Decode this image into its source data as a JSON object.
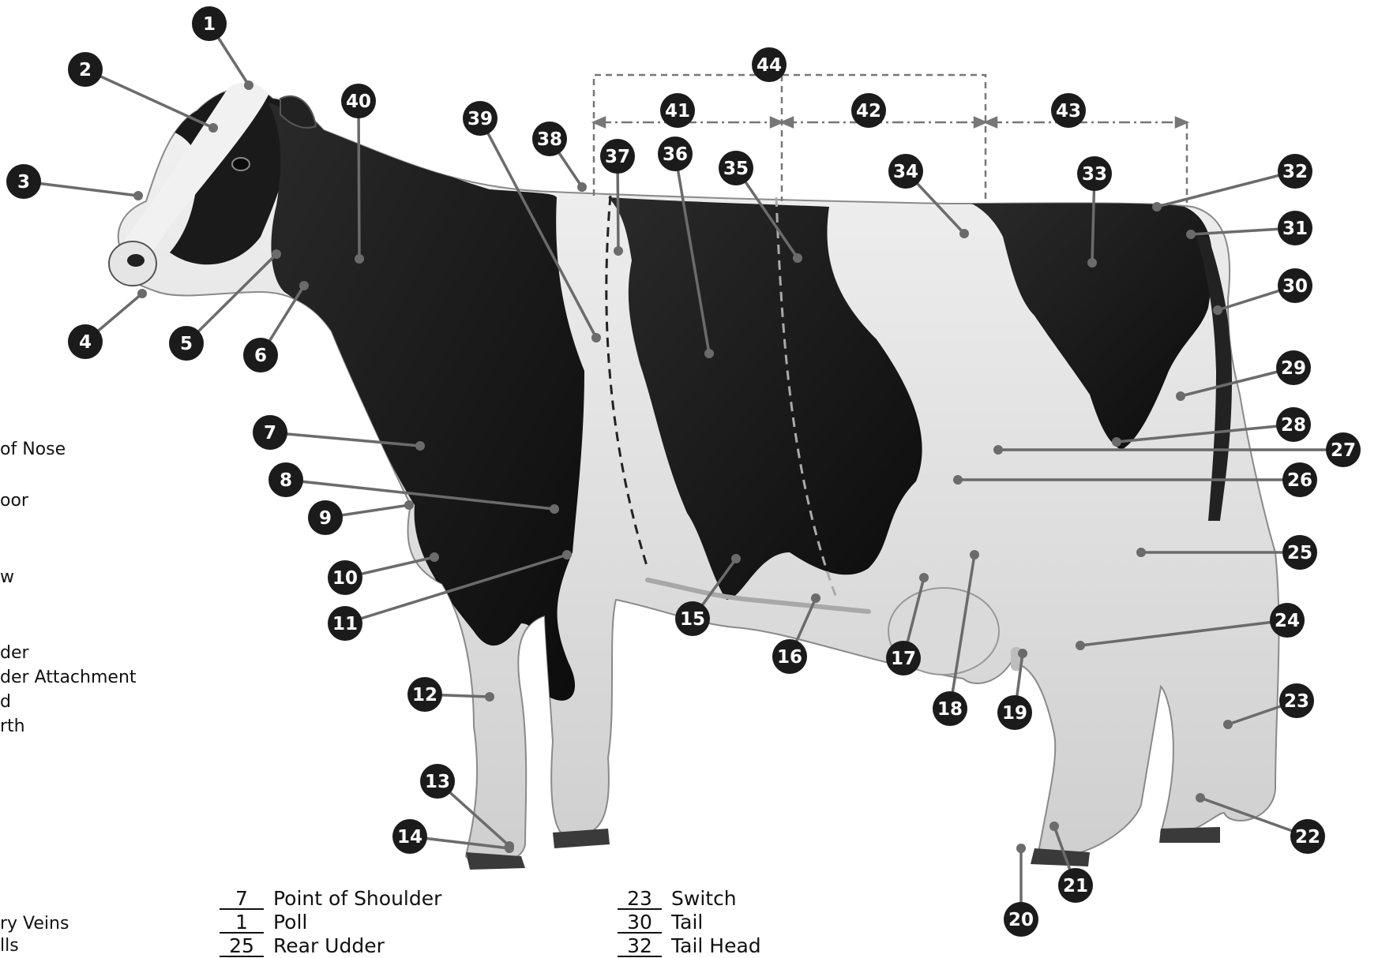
{
  "side_labels": [
    "of Nose",
    "oor",
    "w",
    "der",
    "der Attachment",
    "d",
    "rth",
    "ry Veins",
    "lls"
  ],
  "legend": [
    {
      "number": "7",
      "name": "Point of Shoulder"
    },
    {
      "number": "1",
      "name": "Poll"
    },
    {
      "number": "25",
      "name": "Rear Udder"
    },
    {
      "number": "23",
      "name": "Switch"
    },
    {
      "number": "30",
      "name": "Tail"
    },
    {
      "number": "32",
      "name": "Tail Head"
    }
  ],
  "callouts": [
    "1",
    "2",
    "3",
    "4",
    "5",
    "6",
    "7",
    "8",
    "9",
    "10",
    "11",
    "12",
    "13",
    "14",
    "15",
    "16",
    "17",
    "18",
    "19",
    "20",
    "21",
    "22",
    "23",
    "24",
    "25",
    "26",
    "27",
    "28",
    "29",
    "30",
    "31",
    "32",
    "33",
    "34",
    "35",
    "36",
    "37",
    "38",
    "39",
    "40",
    "41",
    "42",
    "43",
    "44"
  ],
  "colors": {
    "badge": "#1b1b1b",
    "leader": "#6b6b6b",
    "bracket": "#777777",
    "cow_black": "#161616",
    "cow_white": "#e9e9e9"
  }
}
